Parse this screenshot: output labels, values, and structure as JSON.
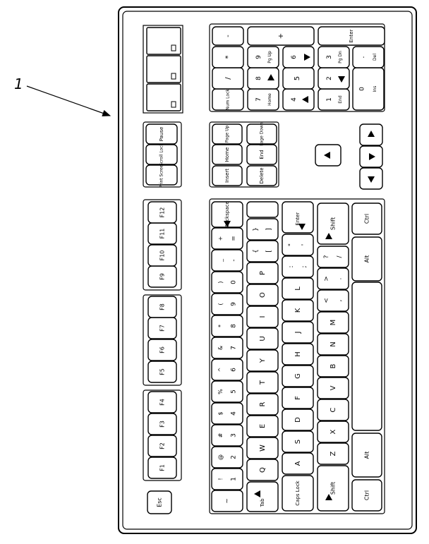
{
  "figure": {
    "reference_numeral": "1",
    "line_color": "#000000",
    "background": "#ffffff"
  },
  "keys": {
    "esc": "Esc",
    "f1": "F1",
    "f2": "F2",
    "f3": "F3",
    "f4": "F4",
    "f5": "F5",
    "f6": "F6",
    "f7": "F7",
    "f8": "F8",
    "f9": "F9",
    "f10": "F10",
    "f11": "F11",
    "f12": "F12",
    "print_screen": "Print Screen",
    "scroll_lock": "Scroll Lock",
    "pause": "Pause",
    "tilde": "~",
    "num": [
      "1",
      "2",
      "3",
      "4",
      "5",
      "6",
      "7",
      "8",
      "9",
      "0"
    ],
    "num_sym": [
      "!",
      "@",
      "#",
      "$",
      "%",
      "^",
      "&",
      "*",
      "(",
      ")"
    ],
    "minus": "-",
    "minus_sym": "_",
    "equals": "=",
    "equals_sym": "+",
    "backspace": "Backspace",
    "tab": "Tab",
    "row_q": [
      "Q",
      "W",
      "E",
      "R",
      "T",
      "Y",
      "U",
      "I",
      "O",
      "P"
    ],
    "brace_open": "{",
    "bracket_open": "[",
    "brace_close": "}",
    "bracket_close": "]",
    "caps_lock": "Caps Lock",
    "row_a": [
      "A",
      "S",
      "D",
      "F",
      "G",
      "H",
      "J",
      "K",
      "L"
    ],
    "semicolon": ";",
    "colon": ":",
    "quote": "'",
    "dquote": "\"",
    "enter": "Enter",
    "shift": "Shift",
    "row_z": [
      "Z",
      "X",
      "C",
      "V",
      "B",
      "N",
      "M"
    ],
    "comma": ",",
    "lt": "<",
    "period": ".",
    "gt": ">",
    "slash": "/",
    "question": "?",
    "ctrl": "Ctrl",
    "alt": "Alt",
    "insert": "Insert",
    "home": "Home",
    "page_up": "Page Up",
    "delete": "Delete",
    "end": "End",
    "page_down": "Page Down",
    "num_lock": "Num Lock",
    "kp_slash": "/",
    "kp_star": "*",
    "kp_minus": "-",
    "kp_plus": "+",
    "kp_7": "7",
    "kp_8": "8",
    "kp_9": "9",
    "kp_4": "4",
    "kp_5": "5",
    "kp_6": "6",
    "kp_1": "1",
    "kp_2": "2",
    "kp_3": "3",
    "kp_0": "0",
    "kp_dot": ".",
    "kp_home": "Home",
    "kp_pgup": "Pg Up",
    "kp_end": "End",
    "kp_pgdn": "Pg Dn",
    "kp_ins": "Ins",
    "kp_del": "Del",
    "kp_enter": "Enter"
  }
}
